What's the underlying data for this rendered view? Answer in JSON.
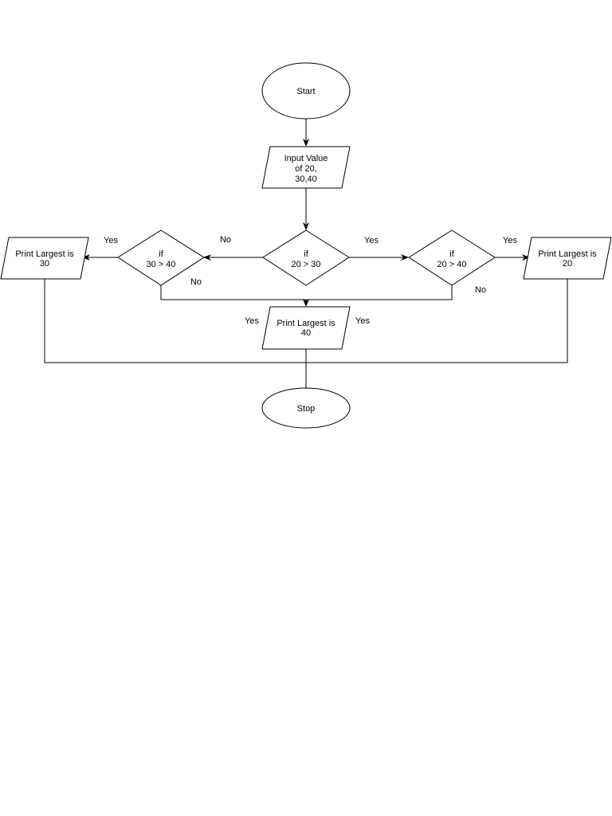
{
  "nodes": {
    "start": {
      "lines": [
        "Start"
      ]
    },
    "input": {
      "lines": [
        "Input Value",
        "of 20,",
        "30,40"
      ]
    },
    "decision_20_30": {
      "lines": [
        "if",
        "20 > 30"
      ]
    },
    "decision_30_40": {
      "lines": [
        "if",
        "30 > 40"
      ]
    },
    "decision_20_40": {
      "lines": [
        "if",
        "20 > 40"
      ]
    },
    "print_30": {
      "lines": [
        "Print Largest is",
        "30"
      ]
    },
    "print_20": {
      "lines": [
        "Print Largest is",
        "20"
      ]
    },
    "print_40": {
      "lines": [
        "Print Largest is",
        "40"
      ]
    },
    "stop": {
      "lines": [
        "Stop"
      ]
    }
  },
  "edge_labels": {
    "no_20_30": "No",
    "yes_20_30": "Yes",
    "yes_30_40": "Yes",
    "no_30_40": "No",
    "yes_20_40": "Yes",
    "no_20_40": "No",
    "yes_into_40_left": "Yes",
    "yes_into_40_right": "Yes"
  }
}
